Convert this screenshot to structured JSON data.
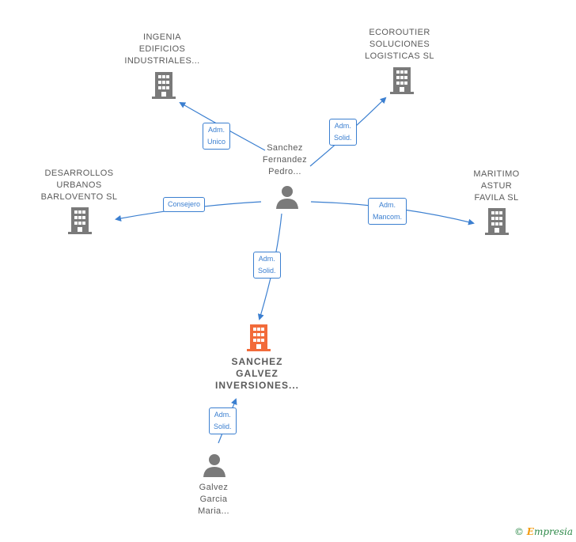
{
  "nodes": {
    "ingenia": {
      "lines": [
        "INGENIA",
        "EDIFICIOS",
        "INDUSTRIALES..."
      ]
    },
    "ecoroutier": {
      "lines": [
        "ECOROUTIER",
        "SOLUCIONES",
        "LOGISTICAS SL"
      ]
    },
    "desarrollos": {
      "lines": [
        "DESARROLLOS",
        "URBANOS",
        "BARLOVENTO SL"
      ]
    },
    "maritimo": {
      "lines": [
        "MARITIMO",
        "ASTUR",
        "FAVILA SL"
      ]
    },
    "sanchez_person": {
      "lines": [
        "Sanchez",
        "Fernandez",
        "Pedro..."
      ]
    },
    "focus_company": {
      "lines": [
        "SANCHEZ",
        "GALVEZ",
        "INVERSIONES..."
      ]
    },
    "galvez_person": {
      "lines": [
        "Galvez",
        "Garcia",
        "Maria..."
      ]
    }
  },
  "edges": {
    "to_ingenia": {
      "lines": [
        "Adm.",
        "Unico"
      ]
    },
    "to_ecoroutier": {
      "lines": [
        "Adm.",
        "Solid."
      ]
    },
    "to_desarrollos": {
      "lines": [
        "Consejero"
      ]
    },
    "to_maritimo": {
      "lines": [
        "Adm.",
        "Mancom."
      ]
    },
    "to_focus": {
      "lines": [
        "Adm.",
        "Solid."
      ]
    },
    "galvez_to_focus": {
      "lines": [
        "Adm.",
        "Solid."
      ]
    }
  },
  "colors": {
    "edge": "#3b7fd0",
    "company_icon": "#7a7a7a",
    "focus_icon": "#f26b3a",
    "person_icon": "#7a7a7a"
  },
  "icons": {
    "company": "building-icon",
    "person": "person-icon"
  },
  "watermark": {
    "symbol": "©",
    "brand_initial": "E",
    "brand_rest": "mpresia"
  }
}
